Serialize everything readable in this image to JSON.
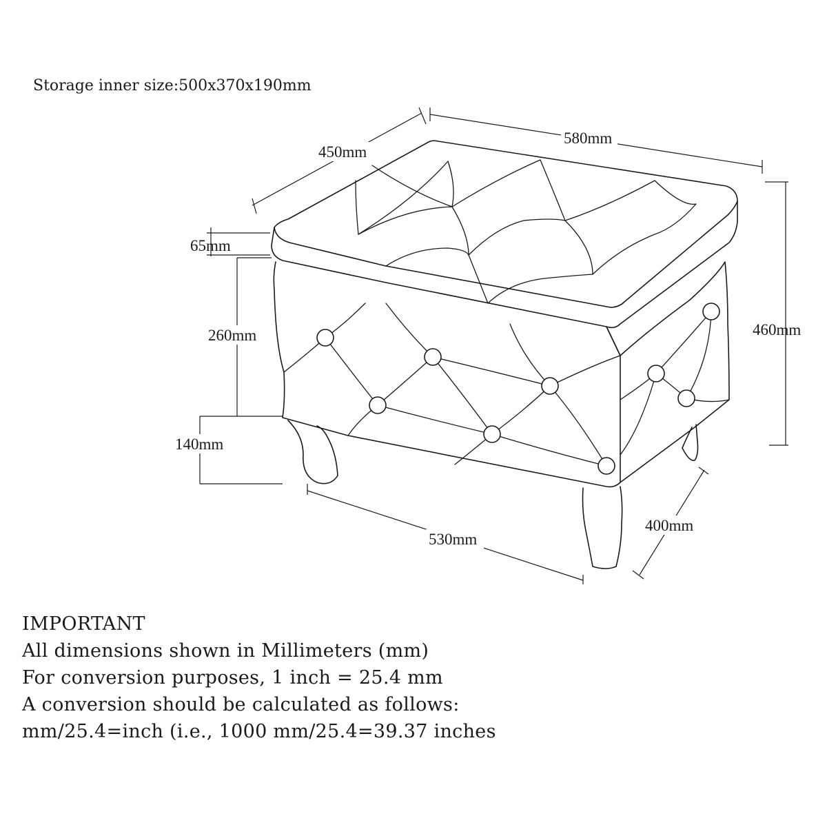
{
  "header": {
    "storage_inner_size": "Storage inner size:500x370x190mm"
  },
  "dimensions": {
    "width_top": "580mm",
    "depth_top": "450mm",
    "lid_height": "65mm",
    "body_height": "260mm",
    "leg_height": "140mm",
    "total_height": "460mm",
    "width_bottom": "530mm",
    "depth_bottom": "400mm"
  },
  "notes": {
    "title": "IMPORTANT",
    "line1": "All dimensions shown in Millimeters (mm)",
    "line2": "For conversion purposes, 1 inch = 25.4 mm",
    "line3": "A conversion should be calculated as follows:",
    "line4": "mm/25.4=inch (i.e., 1000 mm/25.4=39.37 inches"
  }
}
